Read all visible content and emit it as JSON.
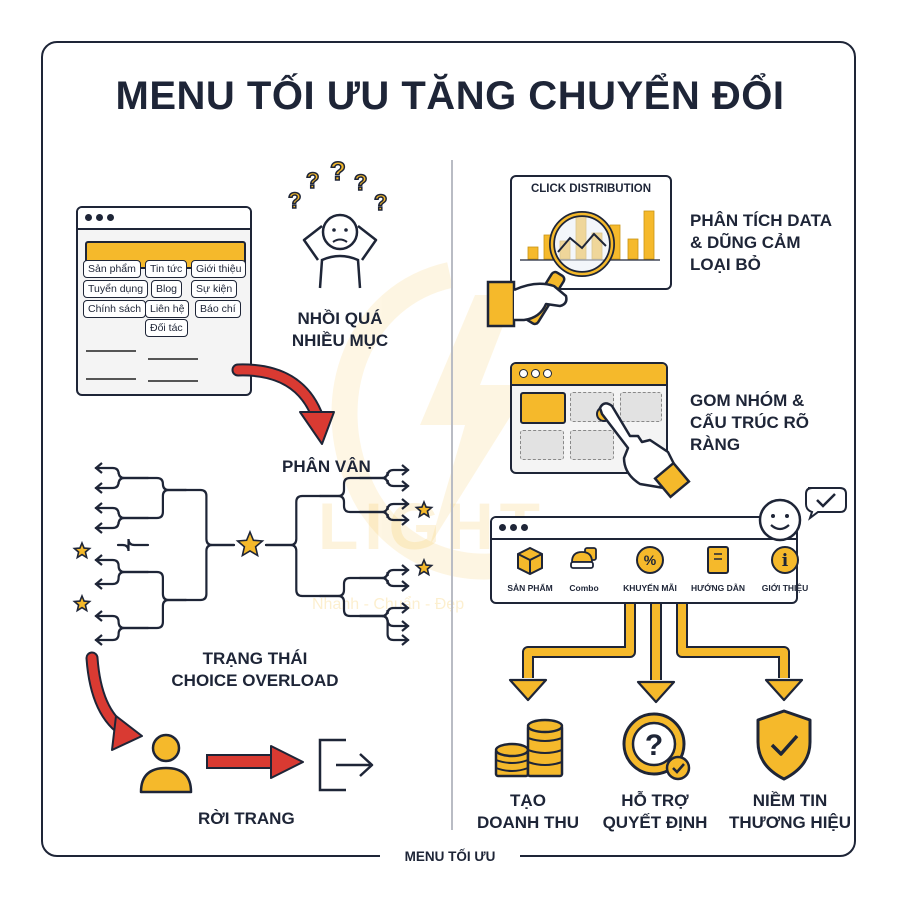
{
  "title": "MENU TỐI ƯU TĂNG CHUYỂN ĐỔI",
  "footer": "MENU TỐI ƯU",
  "watermark": {
    "brand": "LIGHT",
    "tagline": "Nhanh - Chuẩn - Đẹp"
  },
  "colors": {
    "accent": "#f5b92b",
    "ink": "#1e2537",
    "danger": "#d93a32"
  },
  "left": {
    "overload_label": [
      "NHỒI QUÁ",
      "NHIỀU MỤC"
    ],
    "menu_items": [
      "Sản phẩm",
      "Tin tức",
      "Giới thiệu",
      "Tuyển dụng",
      "Blog",
      "Sự kiện",
      "Chính sách",
      "Liên hệ",
      "Báo chí",
      "Đối tác"
    ],
    "confused_icon": "confused-person-icon",
    "hesitation_label": "PHÂN VÂN",
    "state_label": [
      "TRẠNG THÁI",
      "CHOICE OVERLOAD"
    ],
    "leave_label": "RỜI TRANG"
  },
  "right": {
    "chart_title": "CLICK DISTRIBUTION",
    "analyze_label": [
      "PHÂN TÍCH DATA",
      "& DŨNG CẢM",
      "LOẠI BỎ"
    ],
    "group_label": [
      "GOM NHÓM &",
      "CẤU TRÚC RÕ",
      "RÀNG"
    ],
    "nav_items": [
      {
        "label": "SẢN PHẨM",
        "icon": "box-icon"
      },
      {
        "label": "Combo",
        "icon": "combo-icon"
      },
      {
        "label": "KHUYẾN MÃI",
        "icon": "discount-icon"
      },
      {
        "label": "HƯỚNG DẪN",
        "icon": "book-icon"
      },
      {
        "label": "GIỚI THIỆU",
        "icon": "info-icon"
      }
    ],
    "outcomes": [
      {
        "label": [
          "TẠO",
          "DOANH THU"
        ],
        "icon": "coins-icon"
      },
      {
        "label": [
          "HỖ TRỢ",
          "QUYẾT ĐỊNH"
        ],
        "icon": "question-check-icon"
      },
      {
        "label": [
          "NIỀM TIN",
          "THƯƠNG HIỆU"
        ],
        "icon": "shield-check-icon"
      }
    ]
  }
}
